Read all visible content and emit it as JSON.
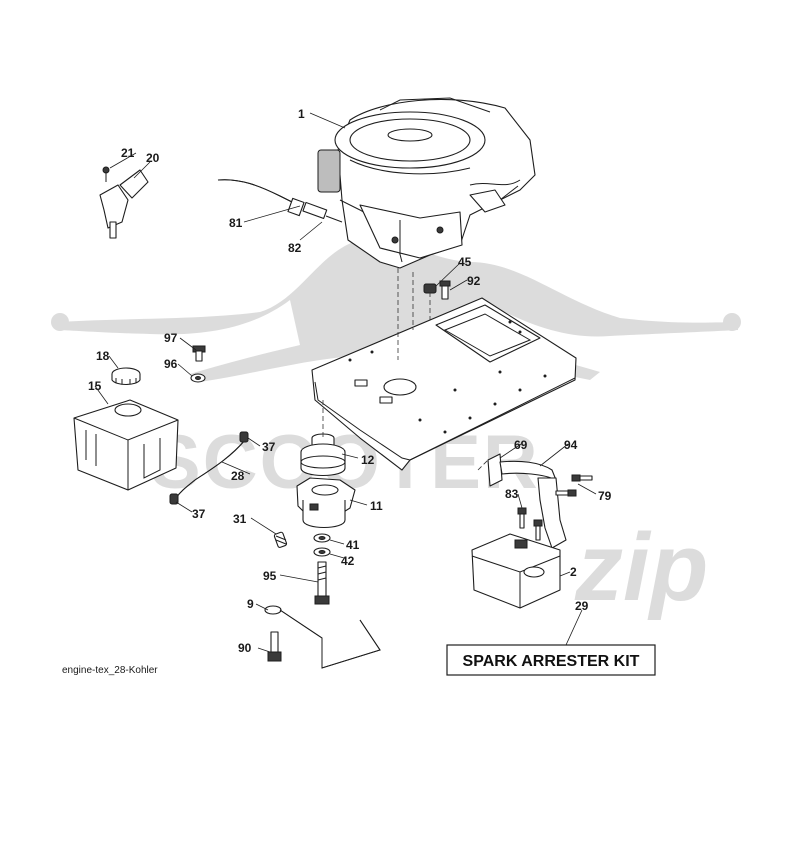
{
  "drawing_id": "engine-tex_28-Kohler",
  "kit_box_label": "SPARK ARRESTER KIT",
  "watermark": {
    "word1": "SCOOTER",
    "word2": "zip",
    "color": "#d6d6d6"
  },
  "callouts": {
    "c1": "1",
    "c2": "2",
    "c9": "9",
    "c11": "11",
    "c12": "12",
    "c15": "15",
    "c18": "18",
    "c20": "20",
    "c21": "21",
    "c28": "28",
    "c29": "29",
    "c31": "31",
    "c37a": "37",
    "c37b": "37",
    "c41": "41",
    "c42": "42",
    "c45": "45",
    "c69": "69",
    "c79": "79",
    "c81": "81",
    "c82": "82",
    "c83": "83",
    "c90": "90",
    "c92": "92",
    "c94": "94",
    "c95": "95",
    "c96": "96",
    "c97": "97"
  }
}
